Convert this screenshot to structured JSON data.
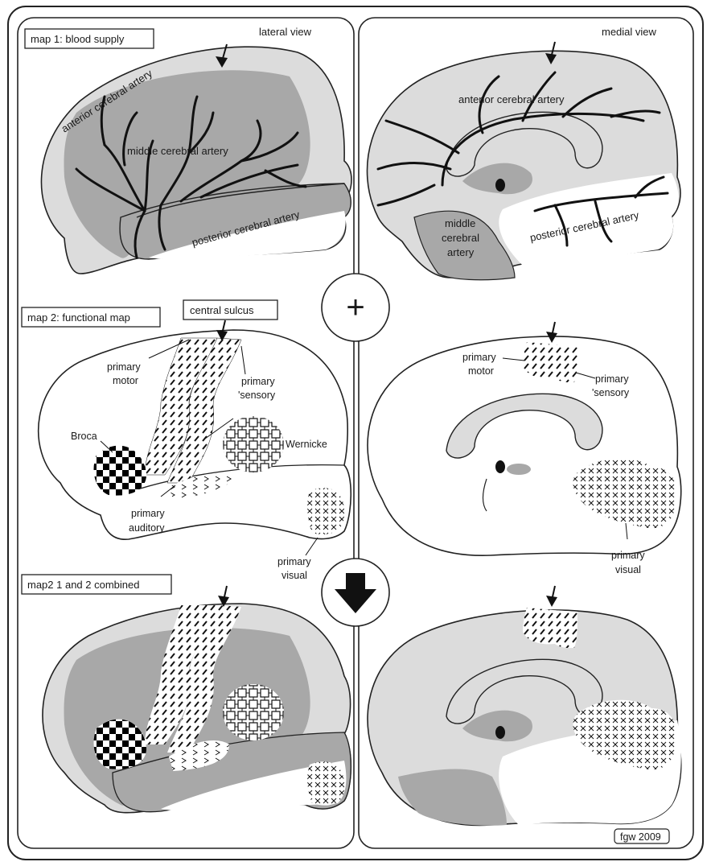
{
  "headers": {
    "lateral": "lateral view",
    "medial": "medial view"
  },
  "maps": {
    "map1": "map 1: blood supply",
    "map2": "map 2: functional map",
    "map3": "map2 1 and 2 combined"
  },
  "labels": {
    "central_sulcus": "central sulcus",
    "anterior_cerebral_artery": "anterior cerebral artery",
    "middle_cerebral_artery": "middle cerebral artery",
    "posterior_cerebral_artery": "posterior cerebral artery",
    "middle_cerebral_artery_medial": [
      "middle",
      "cerebral",
      "artery"
    ],
    "primary_motor": [
      "primary",
      "motor"
    ],
    "primary_sensory": [
      "primary",
      "'sensory"
    ],
    "broca": "Broca",
    "wernicke": "Wernicke",
    "primary_auditory": [
      "primary",
      "auditory"
    ],
    "primary_visual": [
      "primary",
      "visual"
    ]
  },
  "symbols": {
    "plus": "+",
    "plus_icon": "plus-icon",
    "down_arrow_icon": "down-arrow-icon"
  },
  "credit": "fgw 2009",
  "colors": {
    "anterior_light_gray": "#dcdcdc",
    "middle_dark_gray": "#a8a8a8",
    "posterior_white": "#ffffff",
    "outline": "#222222"
  }
}
